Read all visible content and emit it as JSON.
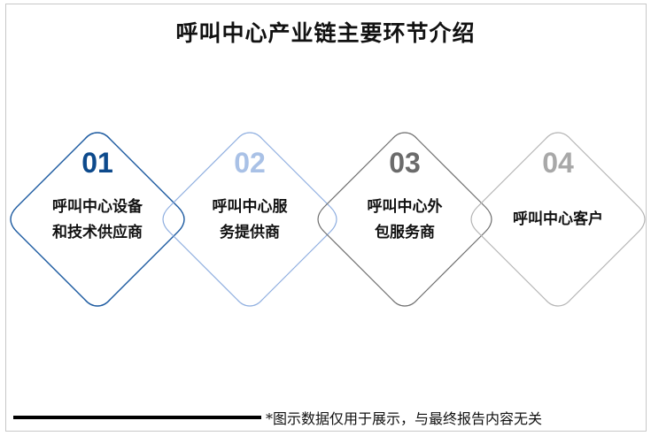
{
  "title": "呼叫中心产业链主要环节介绍",
  "nodes": [
    {
      "number": "01",
      "label_line1": "呼叫中心设备",
      "label_line2": "和技术供应商",
      "number_color": "#0d4a8c",
      "outline_color": "#1c5aa0"
    },
    {
      "number": "02",
      "label_line1": "呼叫中心服",
      "label_line2": "务提供商",
      "number_color": "#a9c1e6",
      "outline_color": "#8eaee0"
    },
    {
      "number": "03",
      "label_line1": "呼叫中心外",
      "label_line2": "包服务商",
      "number_color": "#6b6b6b",
      "outline_color": "#6e6e6e"
    },
    {
      "number": "04",
      "label_line1": "呼叫中心客户",
      "label_line2": "",
      "number_color": "#a8a8a8",
      "outline_color": "#b4b4b4"
    }
  ],
  "footer": {
    "note": "*图示数据仅用于展示，与最终报告内容无关"
  }
}
